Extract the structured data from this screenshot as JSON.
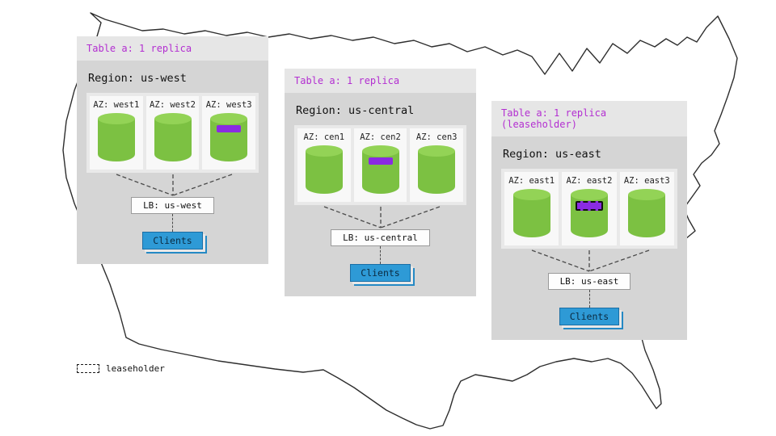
{
  "legend": {
    "label": "leaseholder"
  },
  "colors": {
    "cylinder_green": "#7cc142",
    "cylinder_top_green": "#93d356",
    "replica_purple": "#8a2be2",
    "header_text_purple": "#b32fd1",
    "clients_blue": "#2e9ad6",
    "panel_gray": "#d5d5d5"
  },
  "panels": [
    {
      "id": "us-west",
      "table_label": "Table a: 1 replica",
      "region_label": "Region: us-west",
      "azs": [
        {
          "label": "AZ: west1",
          "replica": false,
          "leaseholder": false
        },
        {
          "label": "AZ: west2",
          "replica": false,
          "leaseholder": false
        },
        {
          "label": "AZ: west3",
          "replica": true,
          "leaseholder": false
        }
      ],
      "lb_label": "LB: us-west",
      "clients_label": "Clients"
    },
    {
      "id": "us-central",
      "table_label": "Table a: 1 replica",
      "region_label": "Region: us-central",
      "azs": [
        {
          "label": "AZ: cen1",
          "replica": false,
          "leaseholder": false
        },
        {
          "label": "AZ: cen2",
          "replica": true,
          "leaseholder": false
        },
        {
          "label": "AZ: cen3",
          "replica": false,
          "leaseholder": false
        }
      ],
      "lb_label": "LB: us-central",
      "clients_label": "Clients"
    },
    {
      "id": "us-east",
      "table_label": "Table a: 1 replica (leaseholder)",
      "region_label": "Region: us-east",
      "azs": [
        {
          "label": "AZ: east1",
          "replica": false,
          "leaseholder": false
        },
        {
          "label": "AZ: east2",
          "replica": true,
          "leaseholder": true
        },
        {
          "label": "AZ: east3",
          "replica": false,
          "leaseholder": false
        }
      ],
      "lb_label": "LB: us-east",
      "clients_label": "Clients"
    }
  ]
}
